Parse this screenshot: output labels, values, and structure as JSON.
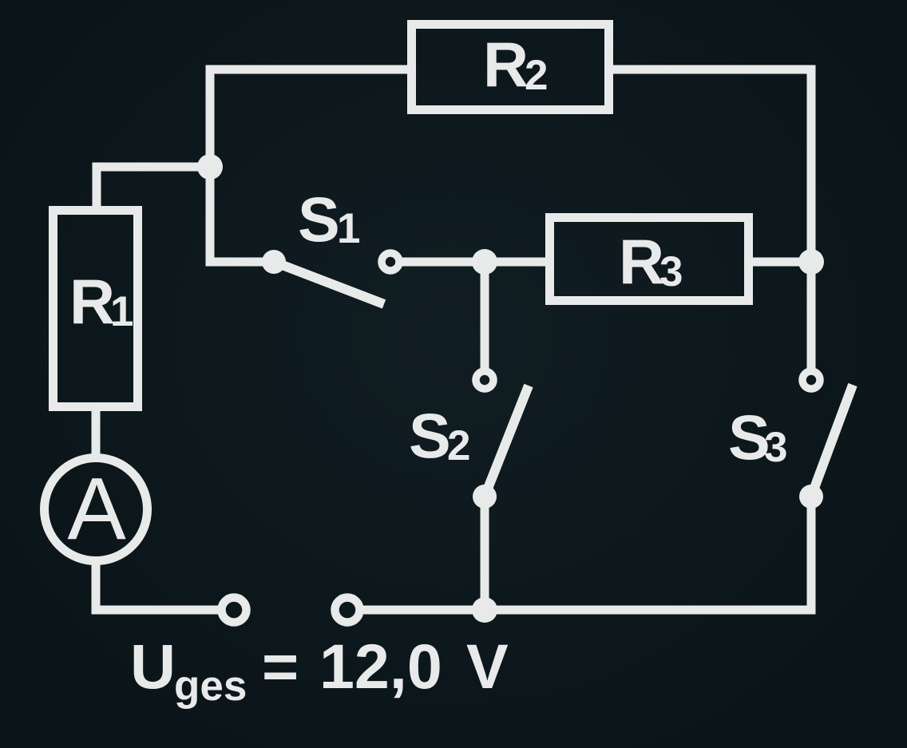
{
  "colors": {
    "background": "#0c171b",
    "stroke": "#e8eaea"
  },
  "labels": {
    "r1": {
      "symbol": "R",
      "sub": "1"
    },
    "r2": {
      "symbol": "R",
      "sub": "2"
    },
    "r3": {
      "symbol": "R",
      "sub": "3"
    },
    "s1": {
      "symbol": "S",
      "sub": "1"
    },
    "s2": {
      "symbol": "S",
      "sub": "2"
    },
    "s3": {
      "symbol": "S",
      "sub": "3"
    },
    "ammeter": "A",
    "source": {
      "symbol": "U",
      "subscript": "ges",
      "relation": "=",
      "value": "12,0",
      "unit": "V"
    }
  },
  "switch_states": {
    "s1": "open",
    "s2": "open",
    "s3": "open"
  }
}
